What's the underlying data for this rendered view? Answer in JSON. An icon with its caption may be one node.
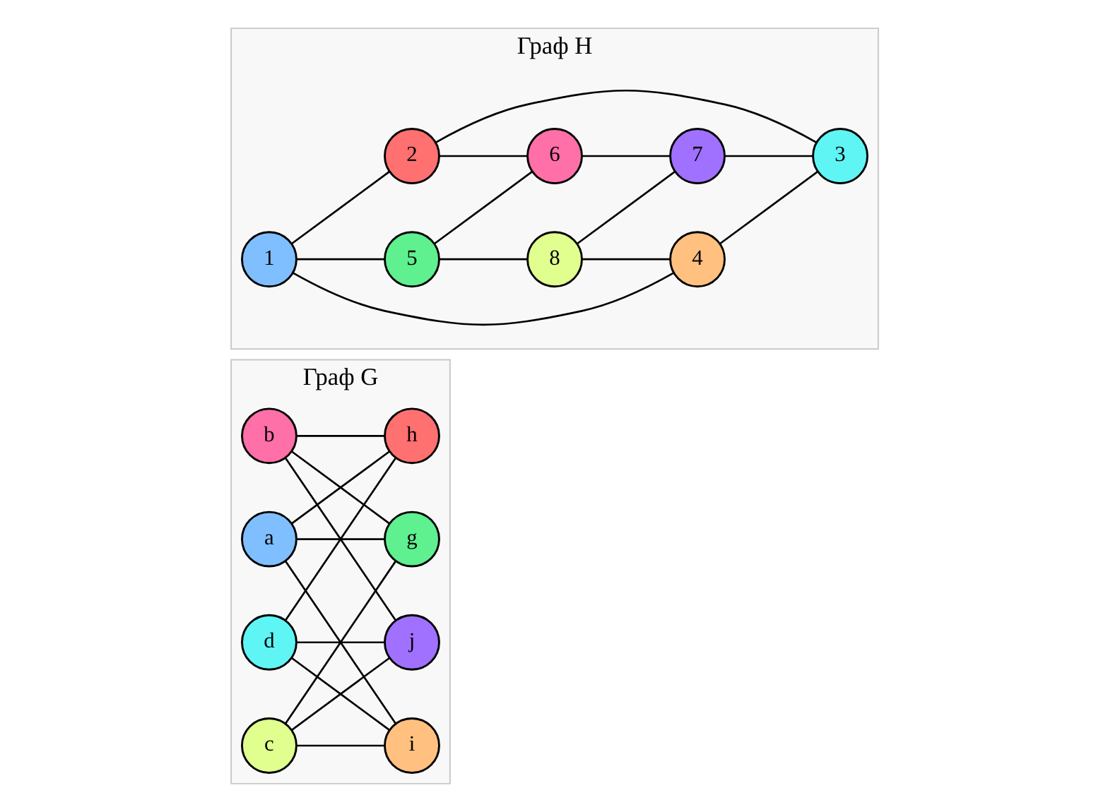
{
  "diagram": {
    "nodes": [
      {
        "text": [
          "Граф G"
        ]
      },
      {
        "text": [
          "a"
        ],
        "in": 0
      },
      {
        "text": [
          "b"
        ],
        "in": 0
      },
      {
        "text": [
          "c"
        ],
        "in": 0
      },
      {
        "text": [
          "d"
        ],
        "in": 0
      },
      {
        "text": [
          "g"
        ],
        "in": 0
      },
      {
        "text": [
          "h"
        ],
        "in": 0
      },
      {
        "text": [
          "i"
        ],
        "in": 0
      },
      {
        "text": [
          "j"
        ],
        "in": 0
      },
      {
        "text": [
          "Граф H"
        ]
      },
      {
        "text": [
          "1"
        ],
        "in": 9
      },
      {
        "text": [
          "2"
        ],
        "in": 9
      },
      {
        "text": [
          "5"
        ],
        "in": 9
      },
      {
        "text": [
          "6"
        ],
        "in": 9
      },
      {
        "text": [
          "8"
        ],
        "in": 9
      },
      {
        "text": [
          "7"
        ],
        "in": 9
      },
      {
        "text": [
          "4"
        ],
        "in": 9
      },
      {
        "text": [
          "3"
        ],
        "in": 9
      }
    ],
    "edges": [
      {
        "from": 1,
        "to": 5,
        "arrow": "none"
      },
      {
        "from": 1,
        "to": 6,
        "arrow": "none"
      },
      {
        "from": 1,
        "to": 7,
        "arrow": "none"
      },
      {
        "from": 2,
        "to": 5,
        "arrow": "none"
      },
      {
        "from": 2,
        "to": 6,
        "arrow": "none"
      },
      {
        "from": 2,
        "to": 8,
        "arrow": "none"
      },
      {
        "from": 3,
        "to": 5,
        "arrow": "none"
      },
      {
        "from": 3,
        "to": 7,
        "arrow": "none"
      },
      {
        "from": 3,
        "to": 8,
        "arrow": "none"
      },
      {
        "from": 4,
        "to": 6,
        "arrow": "none"
      },
      {
        "from": 4,
        "to": 7,
        "arrow": "none"
      },
      {
        "from": 4,
        "to": 8,
        "arrow": "none"
      },
      {
        "from": 10,
        "to": 11,
        "arrow": "none"
      },
      {
        "from": 10,
        "to": 12,
        "arrow": "none"
      },
      {
        "from": 10,
        "to": 16,
        "arrow": "none"
      },
      {
        "from": 11,
        "to": 13,
        "arrow": "none"
      },
      {
        "from": 11,
        "to": 17,
        "arrow": "none"
      },
      {
        "from": 12,
        "to": 13,
        "arrow": "none"
      },
      {
        "from": 12,
        "to": 14,
        "arrow": "none"
      },
      {
        "from": 13,
        "to": 15,
        "arrow": "none"
      },
      {
        "from": 14,
        "to": 15,
        "arrow": "none"
      },
      {
        "from": 14,
        "to": 16,
        "arrow": "none"
      },
      {
        "from": 15,
        "to": 17,
        "arrow": "none"
      },
      {
        "from": 16,
        "to": 17,
        "arrow": "none"
      }
    ]
  }
}
